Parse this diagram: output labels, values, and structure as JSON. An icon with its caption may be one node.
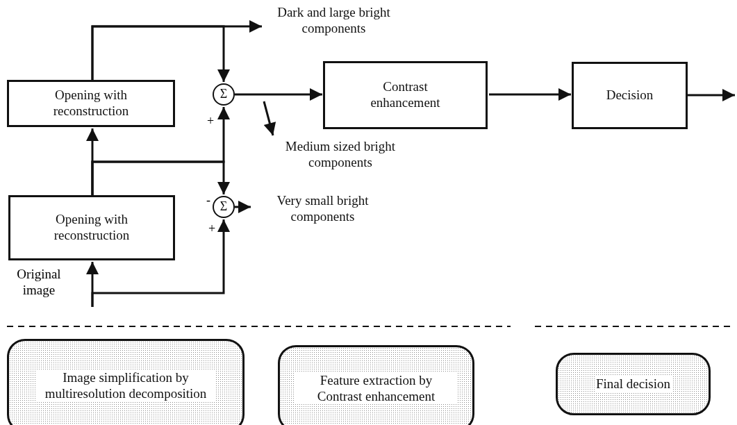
{
  "diagram": {
    "nodes": [
      {
        "text": [
          "Opening with reconstruction"
        ]
      },
      {
        "text": [
          "Opening with reconstruction"
        ]
      },
      {
        "text": [
          "Σ"
        ]
      },
      {
        "text": [
          "Σ"
        ]
      },
      {
        "text": [
          "Contrast enhancement"
        ]
      },
      {
        "text": [
          "Decision"
        ]
      },
      {
        "text": [
          "Dark and large bright components"
        ]
      },
      {
        "text": [
          "Medium sized bright components"
        ]
      },
      {
        "text": [
          "Very small bright components"
        ]
      },
      {
        "text": [
          "Image simplification by multiresolution decomposition"
        ]
      },
      {
        "text": [
          "Feature extraction by Contrast enhancement"
        ]
      },
      {
        "text": [
          "Final decision"
        ]
      }
    ],
    "edges": [
      {
        "from": null,
        "to": 1,
        "arrow": "to",
        "label": "Original image"
      },
      {
        "from": null,
        "to": 3,
        "arrow": "to"
      },
      {
        "from": 1,
        "to": 0,
        "arrow": "to"
      },
      {
        "from": 1,
        "to": 2,
        "arrow": "to"
      },
      {
        "from": 1,
        "to": 3,
        "arrow": "to"
      },
      {
        "from": 0,
        "to": 6,
        "arrow": "to"
      },
      {
        "from": 0,
        "to": 2,
        "arrow": "to"
      },
      {
        "from": 2,
        "to": 4,
        "arrow": "to"
      },
      {
        "from": 2,
        "to": 7,
        "arrow": "to"
      },
      {
        "from": 3,
        "to": 8,
        "arrow": "to"
      },
      {
        "from": 4,
        "to": 5,
        "arrow": "to"
      },
      {
        "from": 5,
        "to": null,
        "arrow": "to"
      }
    ],
    "labels": [
      "+",
      "-",
      "+"
    ]
  }
}
